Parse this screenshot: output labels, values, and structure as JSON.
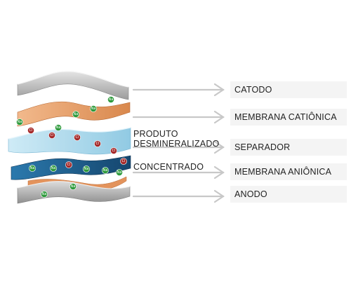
{
  "labels": {
    "catodo": "CATODO",
    "membrana_cationica": "MEMBRANA CATIÔNICA",
    "separador": "SEPARADOR",
    "membrana_anionica": "MEMBRANA ANIÔNICA",
    "anodo": "ANODO"
  },
  "streams": {
    "produto_line1": "PRODUTO",
    "produto_line2": "DESMINERALIZADO",
    "concentrado": "CONCENTRADO"
  },
  "ions": {
    "sodium": "Na",
    "chloride": "Cl"
  },
  "colors": {
    "electrode": "#bdbdbd",
    "cation_membrane": "#e8a06a",
    "separator": "#9fd3ea",
    "anion_membrane": "#1f5e8c",
    "sodium_ion": "#2e9a3c",
    "chloride_ion": "#a52a2a",
    "arrow": "#c8c8c8"
  }
}
